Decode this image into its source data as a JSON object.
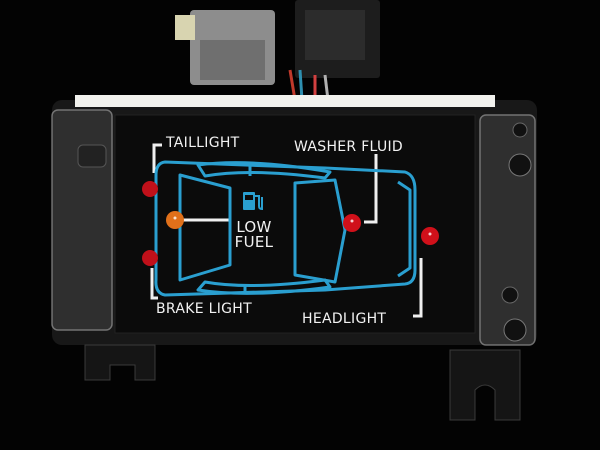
{
  "labels": {
    "taillight": "TAILLIGHT",
    "washer_fluid": "WASHER FLUID",
    "low": "LOW",
    "fuel": "FUEL",
    "brake_light": "BRAKE LIGHT",
    "headlight": "HEADLIGHT"
  },
  "colors": {
    "car_outline": "#2a9fd0",
    "led_red": "#d0101a",
    "led_amber": "#e0701a",
    "panel_face": "#0b0b0b"
  }
}
